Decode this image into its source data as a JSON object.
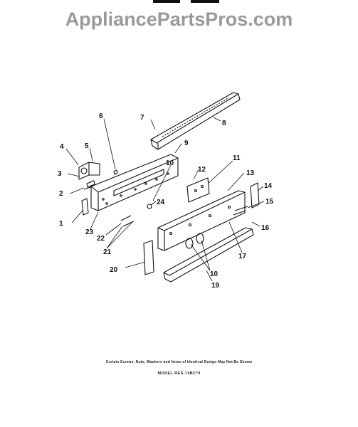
{
  "watermark": "AppliancePartsPros.com",
  "callouts": [
    {
      "id": "1",
      "text": "1"
    },
    {
      "id": "2",
      "text": "2"
    },
    {
      "id": "3",
      "text": "3"
    },
    {
      "id": "4",
      "text": "4"
    },
    {
      "id": "5",
      "text": "5"
    },
    {
      "id": "6",
      "text": "6"
    },
    {
      "id": "7",
      "text": "7"
    },
    {
      "id": "8",
      "text": "8"
    },
    {
      "id": "9",
      "text": "9"
    },
    {
      "id": "10a",
      "text": "10"
    },
    {
      "id": "10b",
      "text": "10"
    },
    {
      "id": "11",
      "text": "11"
    },
    {
      "id": "12",
      "text": "12"
    },
    {
      "id": "13",
      "text": "13"
    },
    {
      "id": "14",
      "text": "14"
    },
    {
      "id": "15",
      "text": "15"
    },
    {
      "id": "16",
      "text": "16"
    },
    {
      "id": "17",
      "text": "17"
    },
    {
      "id": "19",
      "text": "19"
    },
    {
      "id": "20",
      "text": "20"
    },
    {
      "id": "21",
      "text": "21"
    },
    {
      "id": "22",
      "text": "22"
    },
    {
      "id": "23",
      "text": "23"
    },
    {
      "id": "24",
      "text": "24"
    }
  ],
  "footer": {
    "note": "Certain Screws, Nuts, Washers and Items of Identical Design May Not Be Shown",
    "model": "MODEL RES-74BC*0"
  }
}
